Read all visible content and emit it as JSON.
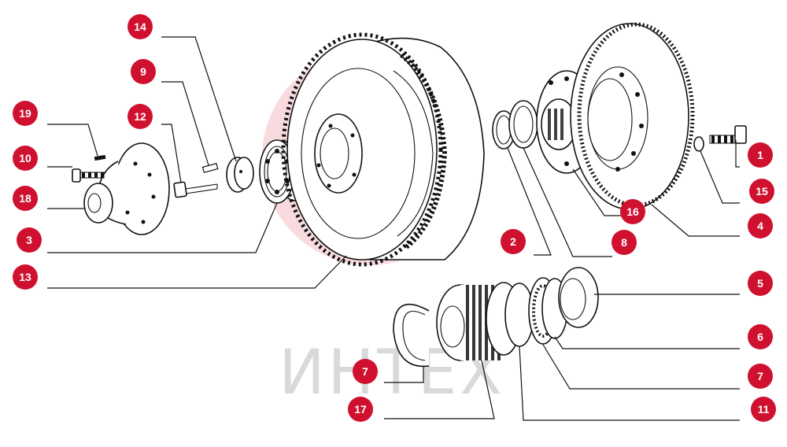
{
  "colors": {
    "badge": "#d0102f",
    "watermark": "#f3c6cc",
    "ink": "#111111"
  },
  "watermark": {
    "text": "ИНТЕХ"
  },
  "callouts": [
    {
      "id": "c14",
      "label": "14"
    },
    {
      "id": "c9",
      "label": "9"
    },
    {
      "id": "c19",
      "label": "19"
    },
    {
      "id": "c12",
      "label": "12"
    },
    {
      "id": "c10",
      "label": "10"
    },
    {
      "id": "c18",
      "label": "18"
    },
    {
      "id": "c3",
      "label": "3"
    },
    {
      "id": "c13",
      "label": "13"
    },
    {
      "id": "c2",
      "label": "2"
    },
    {
      "id": "c8",
      "label": "8"
    },
    {
      "id": "c16",
      "label": "16"
    },
    {
      "id": "c1",
      "label": "1"
    },
    {
      "id": "c15",
      "label": "15"
    },
    {
      "id": "c4",
      "label": "4"
    },
    {
      "id": "c5",
      "label": "5"
    },
    {
      "id": "c6",
      "label": "6"
    },
    {
      "id": "c7a",
      "label": "7"
    },
    {
      "id": "c7b",
      "label": "7"
    },
    {
      "id": "c17",
      "label": "17"
    },
    {
      "id": "c11",
      "label": "11"
    }
  ]
}
